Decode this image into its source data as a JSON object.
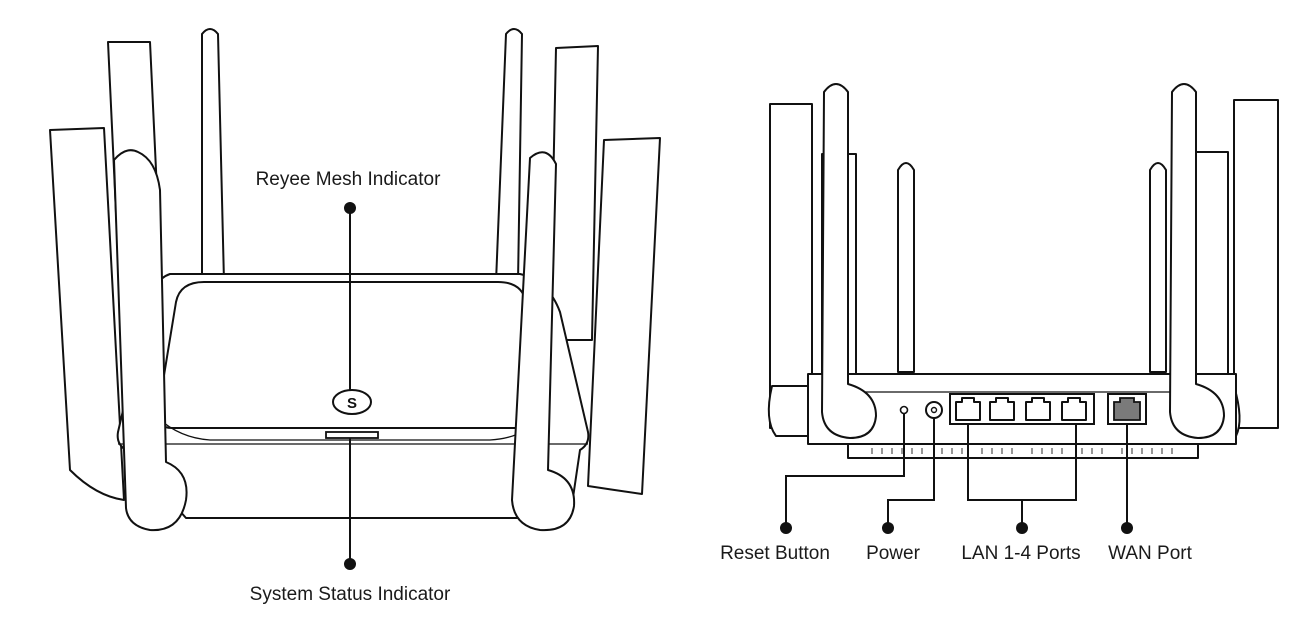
{
  "front_view": {
    "labels": {
      "mesh_indicator": "Reyee Mesh Indicator",
      "system_status_indicator": "System Status Indicator"
    },
    "mesh_button_glyph": "S"
  },
  "rear_view": {
    "labels": {
      "reset_button": "Reset Button",
      "power": "Power",
      "lan_ports": "LAN 1-4 Ports",
      "wan_port": "WAN Port"
    }
  },
  "colors": {
    "line": "#111111",
    "background": "#ffffff",
    "wan_port_fill": "#7a7a7a"
  }
}
